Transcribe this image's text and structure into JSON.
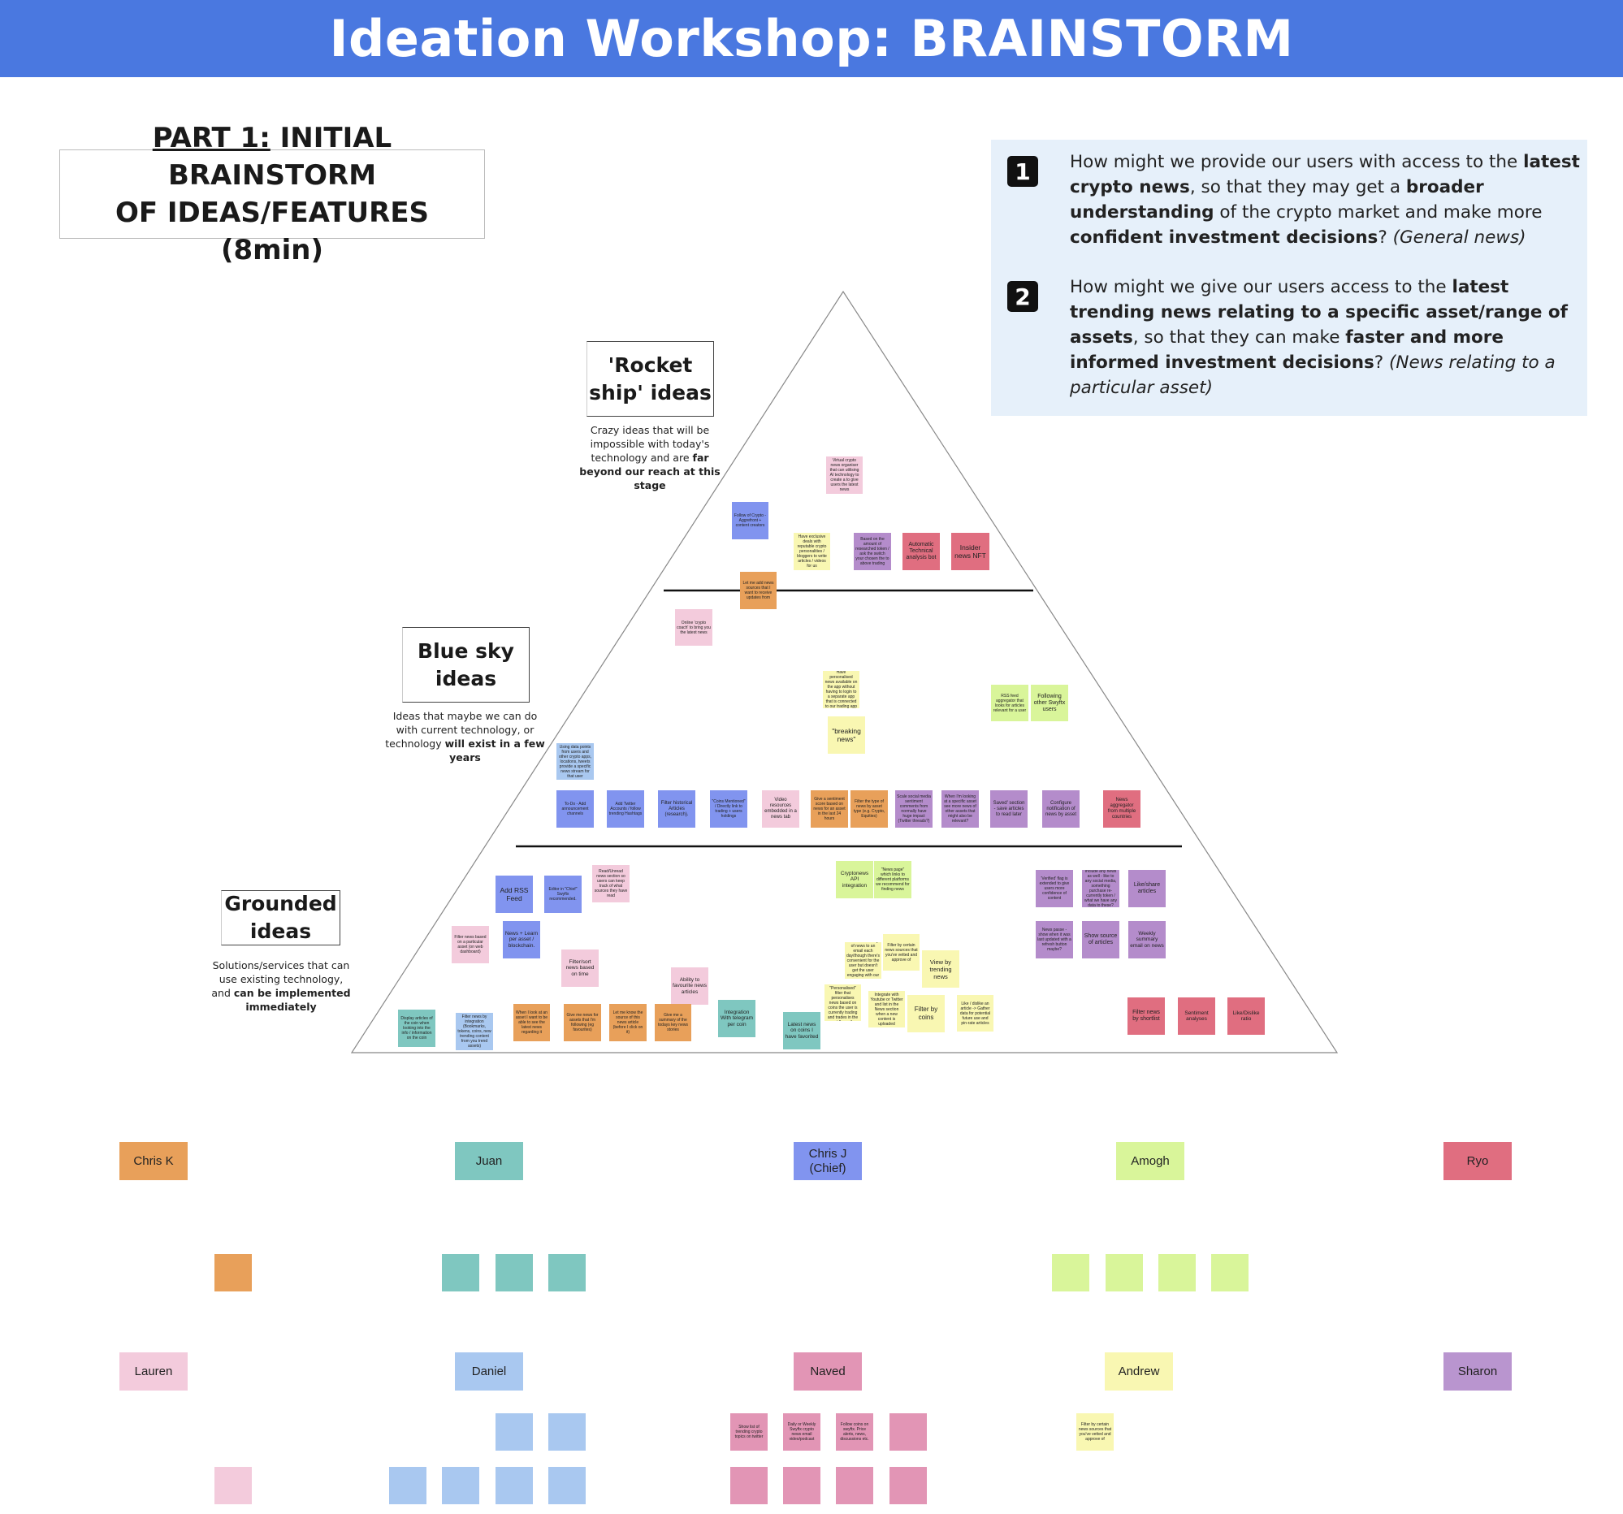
{
  "title": "Ideation Workshop: BRAINSTORM",
  "part": {
    "prefix": "PART 1:",
    "line1_rest": " INITIAL BRAINSTORM",
    "line2": "OF IDEAS/FEATURES (8min)"
  },
  "hmw": [
    {
      "number": "1",
      "segments": [
        {
          "t": "How might we provide our users with access to the ",
          "b": false
        },
        {
          "t": "latest crypto news",
          "b": true
        },
        {
          "t": ", so that they may get a ",
          "b": false
        },
        {
          "t": "broader understanding",
          "b": true
        },
        {
          "t": " of the crypto market and make more ",
          "b": false
        },
        {
          "t": "confident investment decisions",
          "b": true
        },
        {
          "t": "? ",
          "b": false
        },
        {
          "t": "(General news)",
          "i": true
        }
      ]
    },
    {
      "number": "2",
      "segments": [
        {
          "t": "How might we give our users access to the ",
          "b": false
        },
        {
          "t": "latest trending news relating to a specific asset/range of assets",
          "b": true
        },
        {
          "t": ", so that they can make ",
          "b": false
        },
        {
          "t": "faster and more informed investment decisions",
          "b": true
        },
        {
          "t": "? ",
          "b": false
        },
        {
          "t": "(News relating to a particular asset)",
          "i": true
        }
      ]
    }
  ],
  "tiers": {
    "rocket": {
      "title": "'Rocket ship' ideas",
      "desc": "Crazy ideas that will be impossible with today's technology and are ",
      "desc_bold": "far beyond our reach at this stage"
    },
    "bluesky": {
      "title": "Blue sky ideas",
      "desc": "Ideas that maybe we can do with current technology, or technology ",
      "desc_bold": "will exist in a few years"
    },
    "grounded": {
      "title": "Grounded ideas",
      "desc": "Solutions/services that can use existing technology, and ",
      "desc_bold": "can be implemented immediately"
    }
  },
  "notes": {
    "n1": "Virtual crypto news organiser that can utilising AI technology to create a to give users the latest news",
    "n2": "Follow of Crypto - Aggrefront + content creators",
    "n3": "Have exclusive deals with reputable crypto personalities / bloggers to write articles / videos for us",
    "n4": "Based on the amount of researched token / ask the switch your chosen the to above trading",
    "n5": "Automatic Technical analysis bot",
    "n6": "Insider news NFT",
    "n7": "Let me add news sources that I want to receive updates from",
    "n8": "Online 'crypto coach' to bring you the latest news",
    "n9": "Have personalised news available on the app without having to login to a separate app that is connected to our trading app",
    "n10": "\"breaking news\"",
    "n11": "RSS feed aggregator that looks for articles relevant for a user",
    "n12": "Following other Swyftx users",
    "n13": "Using data points from users and other crypto apps, locations, tweets provide a specific news stream for that user",
    "n14": "To-Do - Add announcement channels",
    "n15": "Add Twitter Accounts / follow trending Hashtags",
    "n16": "Filter historical Articles (research).",
    "n17": "\"Coins Mentioned\" / Directly link to trading + users holdings",
    "n18": "Video resources embedded in a news tab",
    "n19": "Give a sentiment score based on news for an asset in the last 24 hours",
    "n20": "Filter the type of news by asset type (e.g. Crypto, Equities)",
    "n21": "Scale social media sentiment comments from normally have huge impact (Twitter threads?)",
    "n22": "When I'm looking at a specific asset see more news of other assets that might also be relevant?",
    "n23": "Saved' section - save articles to read later",
    "n24": "Configure notification of news by asset",
    "n25": "News aggregator from multiple countries",
    "n26": "Add RSS Feed",
    "n27": "Editor in \"Chief\" Swyftx recommended.",
    "n28": "Read/Unread news section so users can keep track of what sources they have read",
    "n29": "Cryptonews API integration",
    "n30": "\"News page\" which links to different platforms we recommend for finding news",
    "n31": "'Verified' flag is extended to give users more confidence of content",
    "n32": "Include any news as well - like to any social media, something purchase re-currently token / what we have any data to these?",
    "n33": "Like/share articles",
    "n34": "News + Learn per asset / blockchain.",
    "n35": "Filter news based on a particular asset (on web dashboard)",
    "n36": "Filter/sort news based on time",
    "n37": "Ability to favourite news articles",
    "n38": "Send a summary of news to an email each day/though there's convenient for the user but doesn't get the user engaging with our app",
    "n39": "Filter by certain news sources that you've vetted and approve of",
    "n40": "View by trending news",
    "n41": "News passe - show when it was last updated with a refresh button maybe?",
    "n42": "Show source of articles",
    "n43": "Weekly summary email on news",
    "n44": "Have a \"Personalised\" filter that personalises news based on coins the user is currently trading and trades in the past 6 months",
    "n45": "Integrate with Youtube or Twitter and list in the News section when a new content is uploaded",
    "n46": "Filter by coins",
    "n47": "Like / dislike an article -> Gather data for potential future use and pin-rate articles",
    "n48": "Filter news by shortlist",
    "n49": "Sentiment analyses",
    "n50": "Like/Dislike ratio",
    "n51": "Display articles of the coin when looking into the info / information on the coin",
    "n52": "Filter news by integration (Bookmarks, tokens, coins, new trending content from you trend assets)",
    "n53": "When I look at an asset I want to be able to see the latest news regarding it",
    "n54": "Give me news for assets that I'm following (eg favourites)",
    "n55": "Let me know the source of this news article (before I click on it)",
    "n56": "Give me a summary of the todays key news stories",
    "n57": "Integration With telegram per coin",
    "n58": "Latest news on coins I have favorited",
    "n59": "Show list of trending crypto topics on twitter",
    "n60": "Daily or Weekly Swyftx crypto news email video/podcast",
    "n61": "Follow coins on swyftx. Price alerts, news, discussions etc.",
    "n62": "Filter by certain news sources that you've vetted and approve of"
  },
  "people": {
    "chris_k": "Chris K",
    "juan": "Juan",
    "chris_j": "Chris J (Chief)",
    "amogh": "Amogh",
    "ryo": "Ryo",
    "lauren": "Lauren",
    "daniel": "Daniel",
    "naved": "Naved",
    "andrew": "Andrew",
    "sharon": "Sharon"
  },
  "colors": {
    "banner": "#4a78e0",
    "hmw_panel": "#e6f0fa",
    "orange": "#e8a05a",
    "teal": "#7fc7c0",
    "blue": "#8194ef",
    "lime": "#d9f59a",
    "red": "#e06e80",
    "pink": "#f3cbdc",
    "light_blue": "#a9c8f0",
    "rose": "#e295b5",
    "yellow": "#f9f7b2",
    "purple": "#b48ccb"
  }
}
